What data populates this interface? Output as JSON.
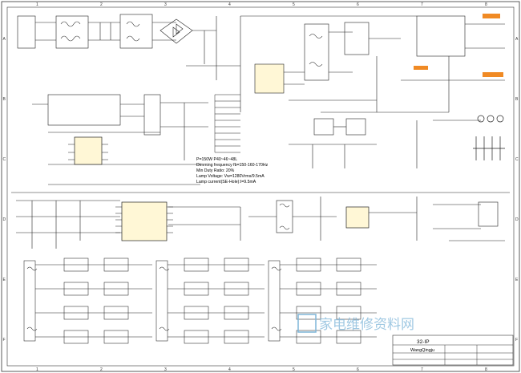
{
  "spec_block": {
    "line1": "P=150W      P40~46~48L",
    "line2": "Dimming frequency fb=150-160-170Hz",
    "line3": "Min Duty Ratio: 20%",
    "line4": "Lamp Voltage: Vw=1280Vrms/9.5mA",
    "line5": "Lamp current(SE-Hole):I=9.5mA"
  },
  "title_block": {
    "model": "32-IP",
    "designer": "WangQingju"
  },
  "watermark": {
    "text": "家电维修资料网"
  },
  "border": {
    "columns": [
      "1",
      "2",
      "3",
      "4",
      "5",
      "6",
      "7",
      "8"
    ],
    "rows": [
      "A",
      "B",
      "C",
      "D",
      "E",
      "F"
    ]
  },
  "colors": {
    "wire": "#222222",
    "component_fill": "#ffffff",
    "ic_fill": "#fff7d6",
    "connector_highlight": "#f08a24",
    "watermark": "#7fb6d9"
  }
}
